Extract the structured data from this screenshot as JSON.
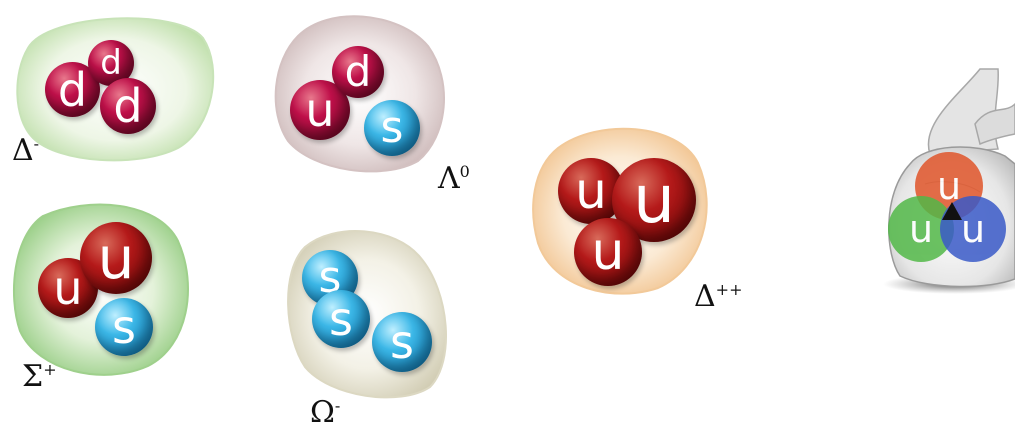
{
  "particles": [
    {
      "symbol": "Δ",
      "charge": "-",
      "quarks": [
        "d",
        "d",
        "d"
      ]
    },
    {
      "symbol": "Λ",
      "charge": "0",
      "quarks": [
        "u",
        "d",
        "s"
      ]
    },
    {
      "symbol": "Σ",
      "charge": "+",
      "quarks": [
        "u",
        "u",
        "s"
      ]
    },
    {
      "symbol": "Ω",
      "charge": "-",
      "quarks": [
        "s",
        "s",
        "s"
      ]
    },
    {
      "symbol": "Δ",
      "charge": "++",
      "quarks": [
        "u",
        "u",
        "u"
      ]
    }
  ],
  "bag": {
    "quarks": [
      "u",
      "u",
      "u"
    ]
  },
  "colors": {
    "d_quark": "#c0104a",
    "u_quark": "#a81414",
    "s_quark": "#3cb8e8",
    "bag_red": "#e0552a",
    "bag_green": "#52b848",
    "bag_blue": "#3a5ac8"
  }
}
